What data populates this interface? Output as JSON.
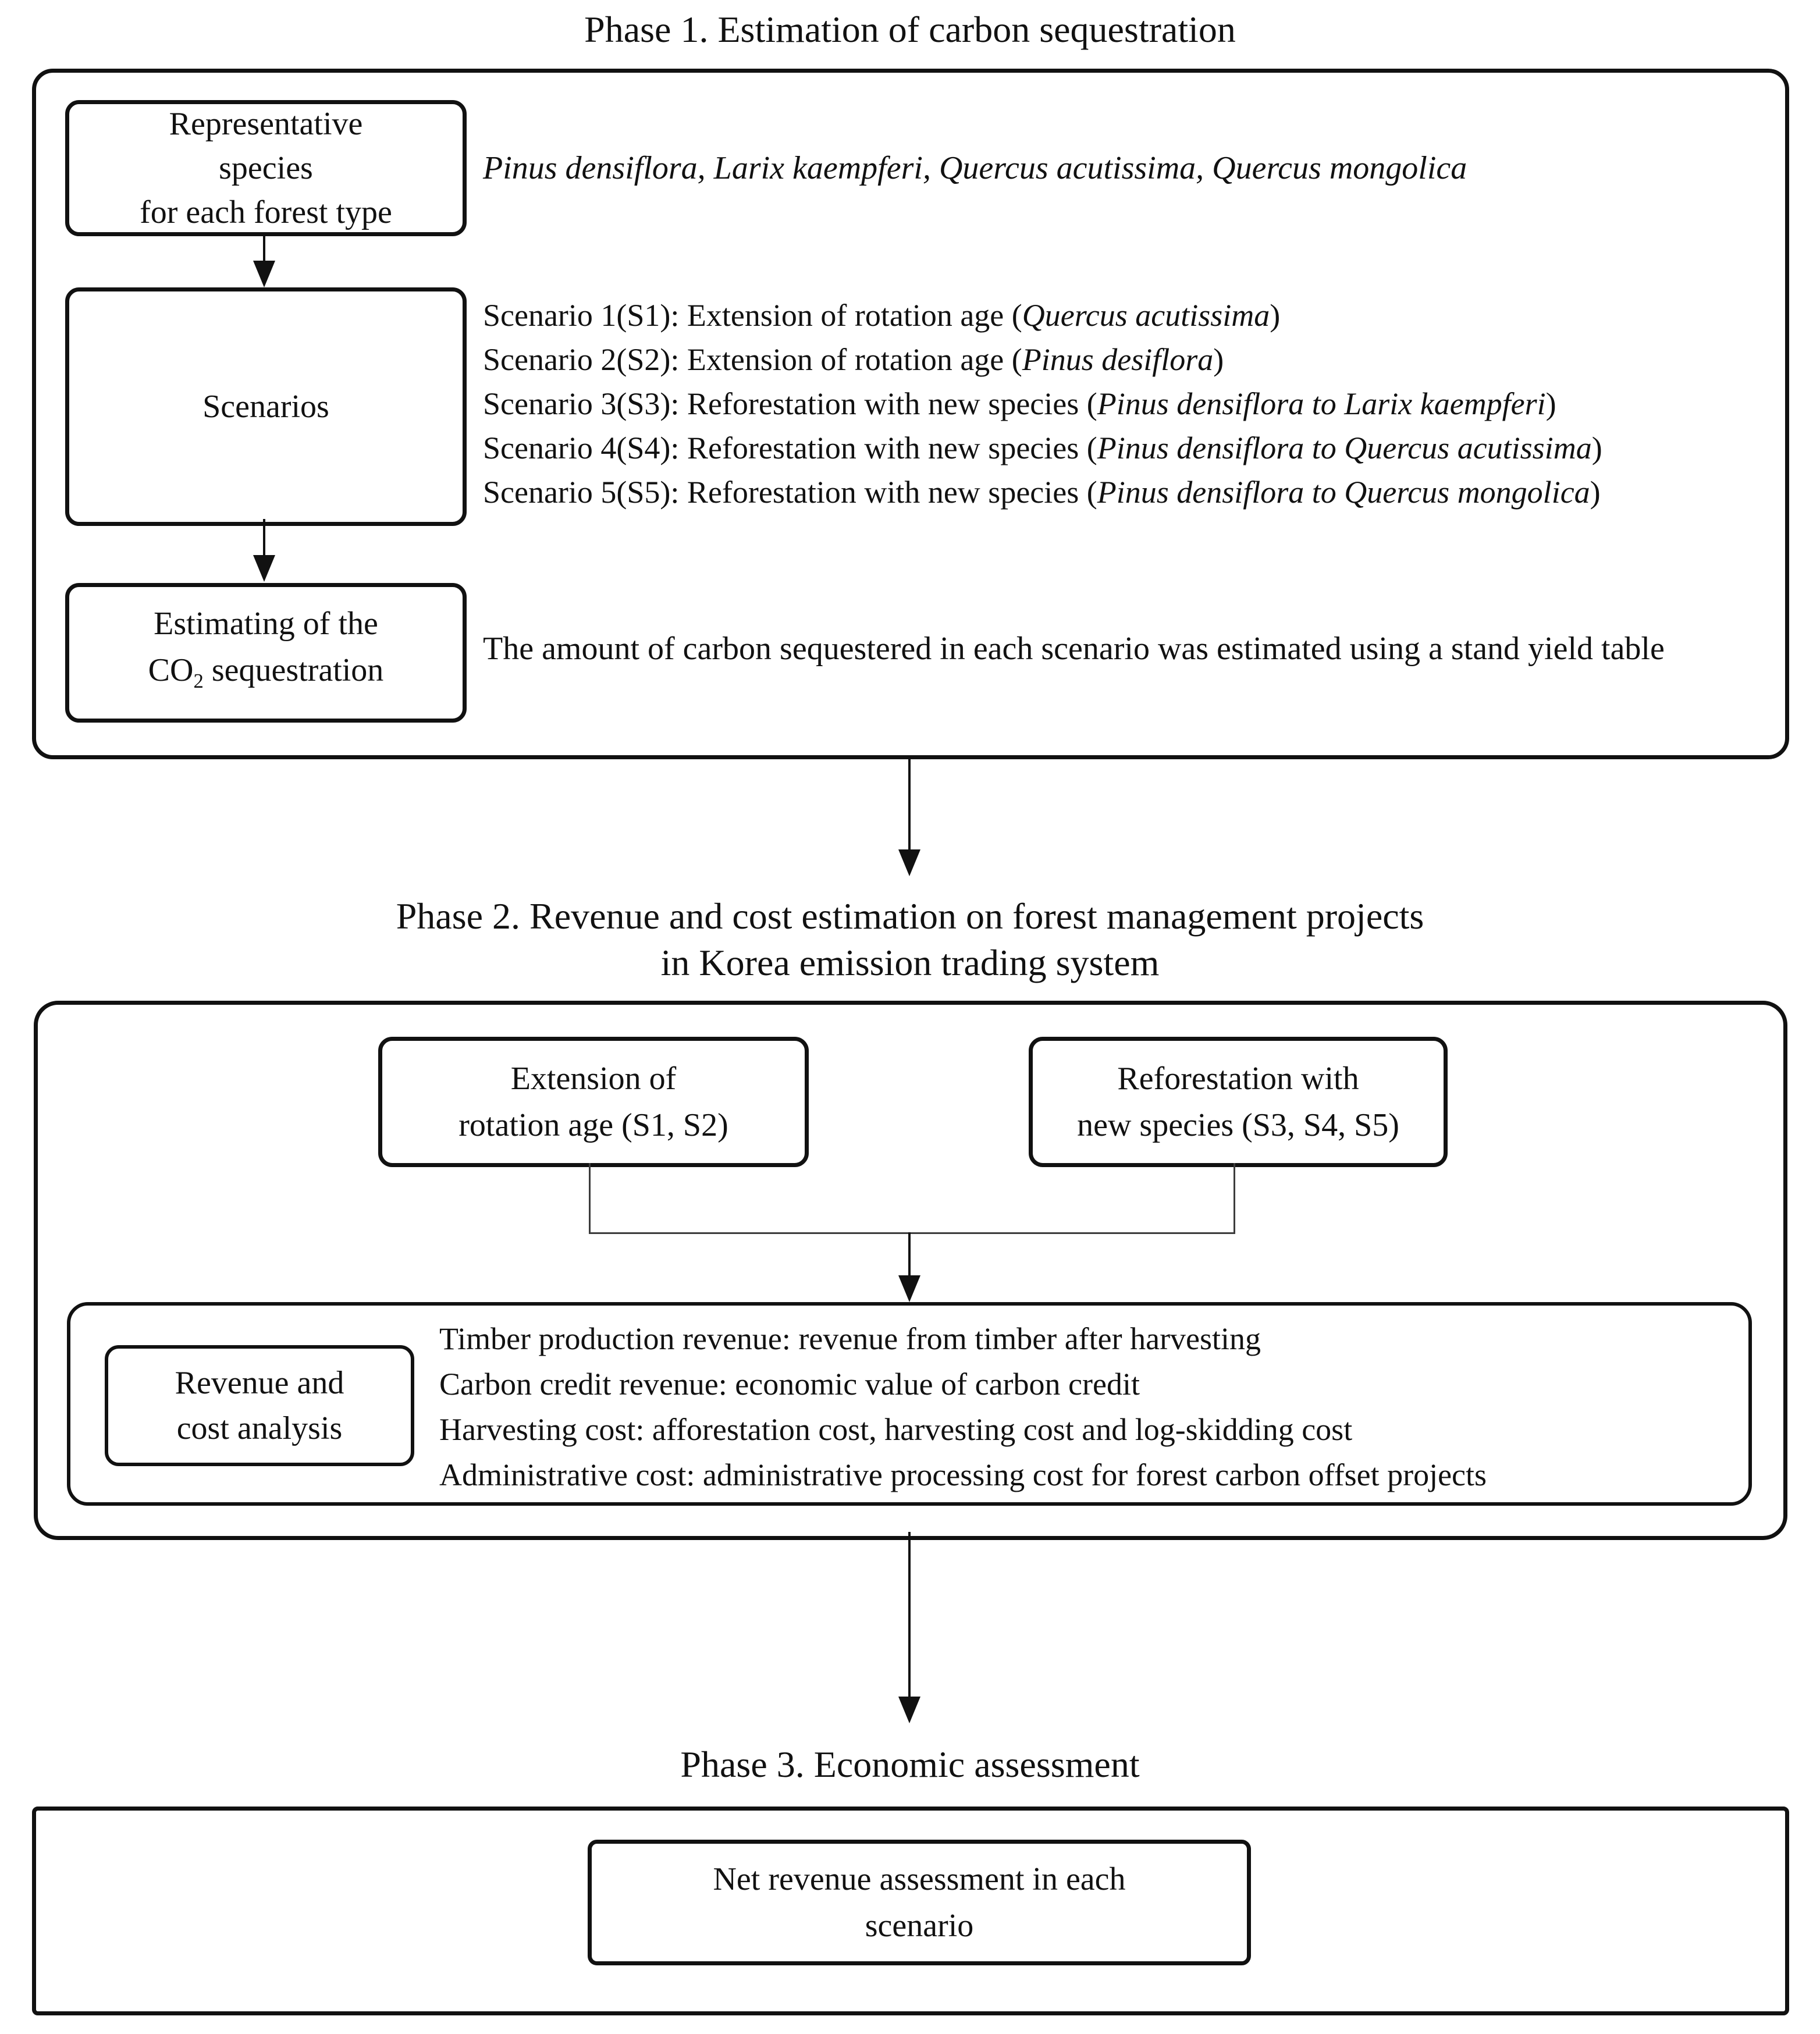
{
  "phase1": {
    "title": "Phase 1. Estimation of carbon sequestration",
    "representative_box": {
      "line1": "Representative",
      "line2": "species",
      "line3": "for each forest type"
    },
    "species_list": "Pinus densiflora, Larix kaempferi, Quercus acutissima, Quercus mongolica",
    "scenarios_box_label": "Scenarios",
    "scenarios": [
      {
        "prefix": "Scenario 1(S1): Extension of rotation age (",
        "species": "Quercus acutissima",
        "suffix": ")"
      },
      {
        "prefix": "Scenario 2(S2): Extension of rotation age (",
        "species": "Pinus desiflora",
        "suffix": ")"
      },
      {
        "prefix": "Scenario 3(S3): Reforestation with new species (",
        "species": "Pinus densiflora to Larix kaempferi",
        "suffix": ")"
      },
      {
        "prefix": "Scenario 4(S4): Reforestation with new species (",
        "species": "Pinus densiflora to Quercus acutissima",
        "suffix": ")"
      },
      {
        "prefix": "Scenario 5(S5): Reforestation with new species (",
        "species": "Pinus densiflora to Quercus mongolica",
        "suffix": ")"
      }
    ],
    "estimating_box": {
      "line1": "Estimating of the",
      "co": "CO",
      "subscript": "2",
      "rest": " sequestration"
    },
    "estimating_note": "The amount of carbon sequestered in each scenario was estimated using a stand yield table"
  },
  "phase2": {
    "title_line1": "Phase 2. Revenue and cost estimation on forest management projects",
    "title_line2": "in Korea emission trading system",
    "extension_box": {
      "line1": "Extension of",
      "line2": "rotation age (S1, S2)"
    },
    "reforestation_box": {
      "line1": "Reforestation with",
      "line2": "new species (S3, S4, S5)"
    },
    "analysis_box": {
      "line1": "Revenue and",
      "line2": "cost analysis"
    },
    "analysis_items": [
      "Timber production revenue: revenue from timber after harvesting",
      "Carbon credit revenue: economic value of carbon credit",
      "Harvesting cost: afforestation cost, harvesting cost and log-skidding cost",
      "Administrative cost: administrative processing cost for forest carbon offset projects"
    ]
  },
  "phase3": {
    "title": "Phase 3. Economic assessment",
    "net_revenue_box": {
      "line1": "Net revenue assessment in each",
      "line2": "scenario"
    }
  },
  "colors": {
    "ink": "#111111",
    "connector": "#3c3c3c",
    "background": "#ffffff"
  }
}
